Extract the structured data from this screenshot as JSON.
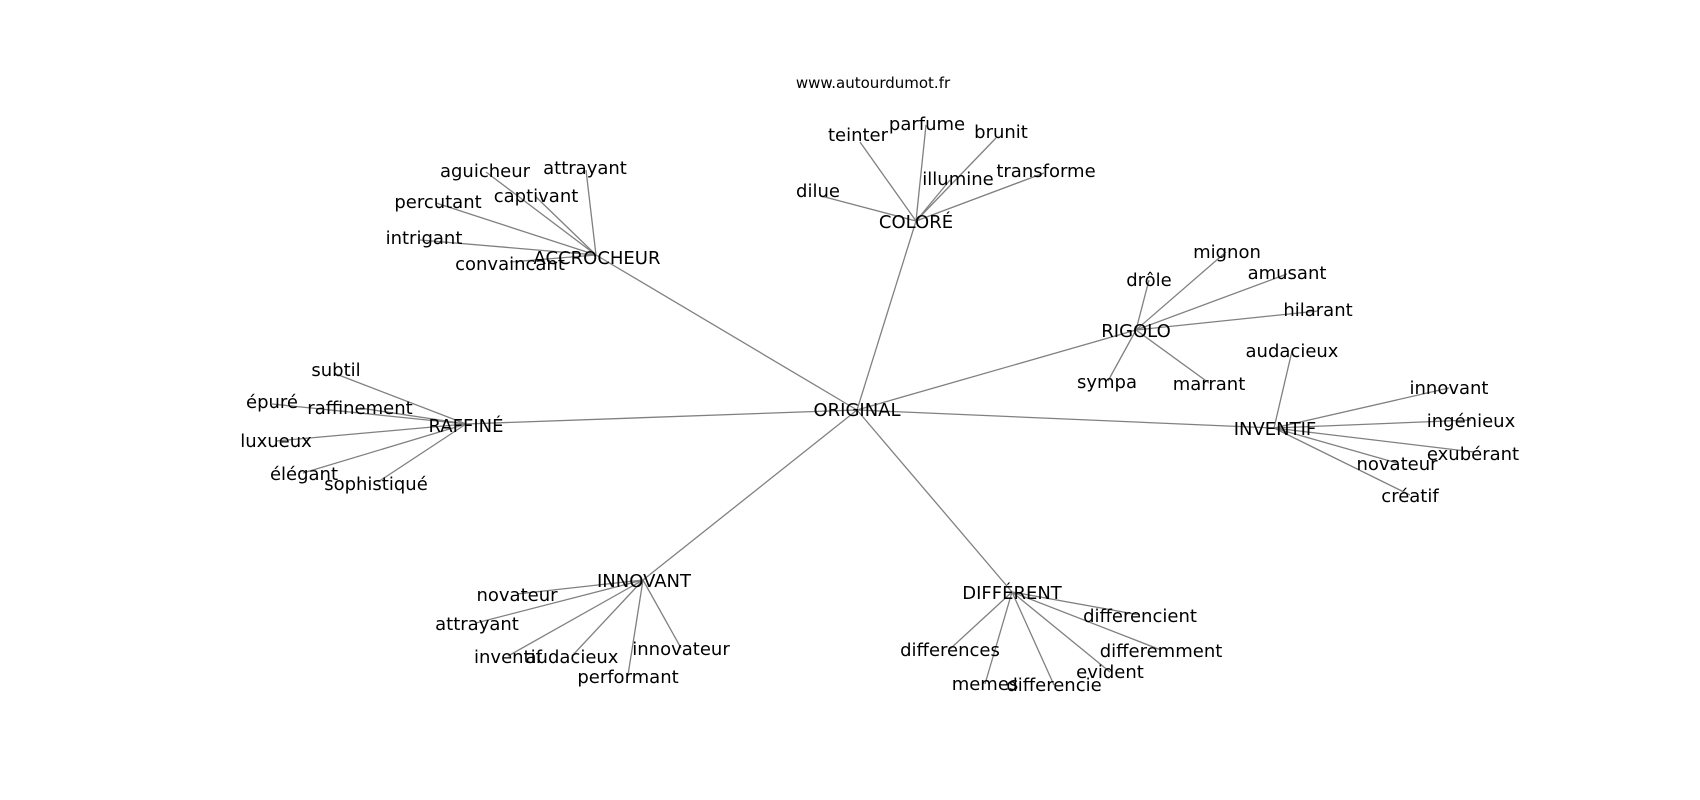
{
  "source": "www.autourdumot.fr",
  "colors": {
    "edge": "#808080",
    "text": "#000000",
    "background": "#ffffff"
  },
  "center": "ORIGINAL",
  "clusters": [
    {
      "label": "COLORÉ",
      "words": [
        "teinter",
        "parfume",
        "brunit",
        "illumine",
        "transforme",
        "dilue"
      ]
    },
    {
      "label": "ACCROCHEUR",
      "words": [
        "aguicheur",
        "attrayant",
        "captivant",
        "percutant",
        "intrigant",
        "convaincant"
      ]
    },
    {
      "label": "RIGOLO",
      "words": [
        "mignon",
        "drôle",
        "amusant",
        "hilarant",
        "sympa",
        "marrant"
      ]
    },
    {
      "label": "RAFFINÉ",
      "words": [
        "subtil",
        "épuré",
        "raffinement",
        "luxueux",
        "élégant",
        "sophistiqué"
      ]
    },
    {
      "label": "INVENTIF",
      "words": [
        "audacieux",
        "innovant",
        "ingénieux",
        "exubérant",
        "novateur",
        "créatif"
      ]
    },
    {
      "label": "INNOVANT",
      "words": [
        "novateur",
        "attrayant",
        "inventif",
        "audacieux",
        "innovateur",
        "performant"
      ]
    },
    {
      "label": "DIFFÉRENT",
      "words": [
        "differencient",
        "differences",
        "differemment",
        "evident",
        "memes",
        "differencie"
      ]
    }
  ]
}
